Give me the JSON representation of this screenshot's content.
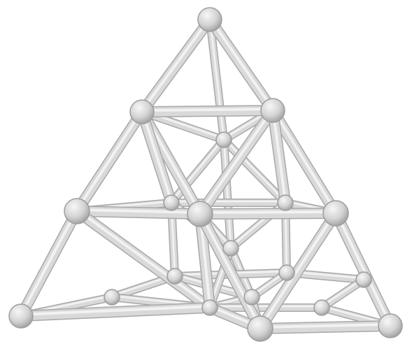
{
  "image": {
    "subject": "tetrahedral-lattice-model",
    "background_color": "#ffffff",
    "rod_color": "#d9d9d9",
    "rod_edge_color": "#a8a8a8",
    "node_color": "#d6d6d6",
    "node_edge_color": "#9d9d9d",
    "levels": 4,
    "node_count": 20
  }
}
